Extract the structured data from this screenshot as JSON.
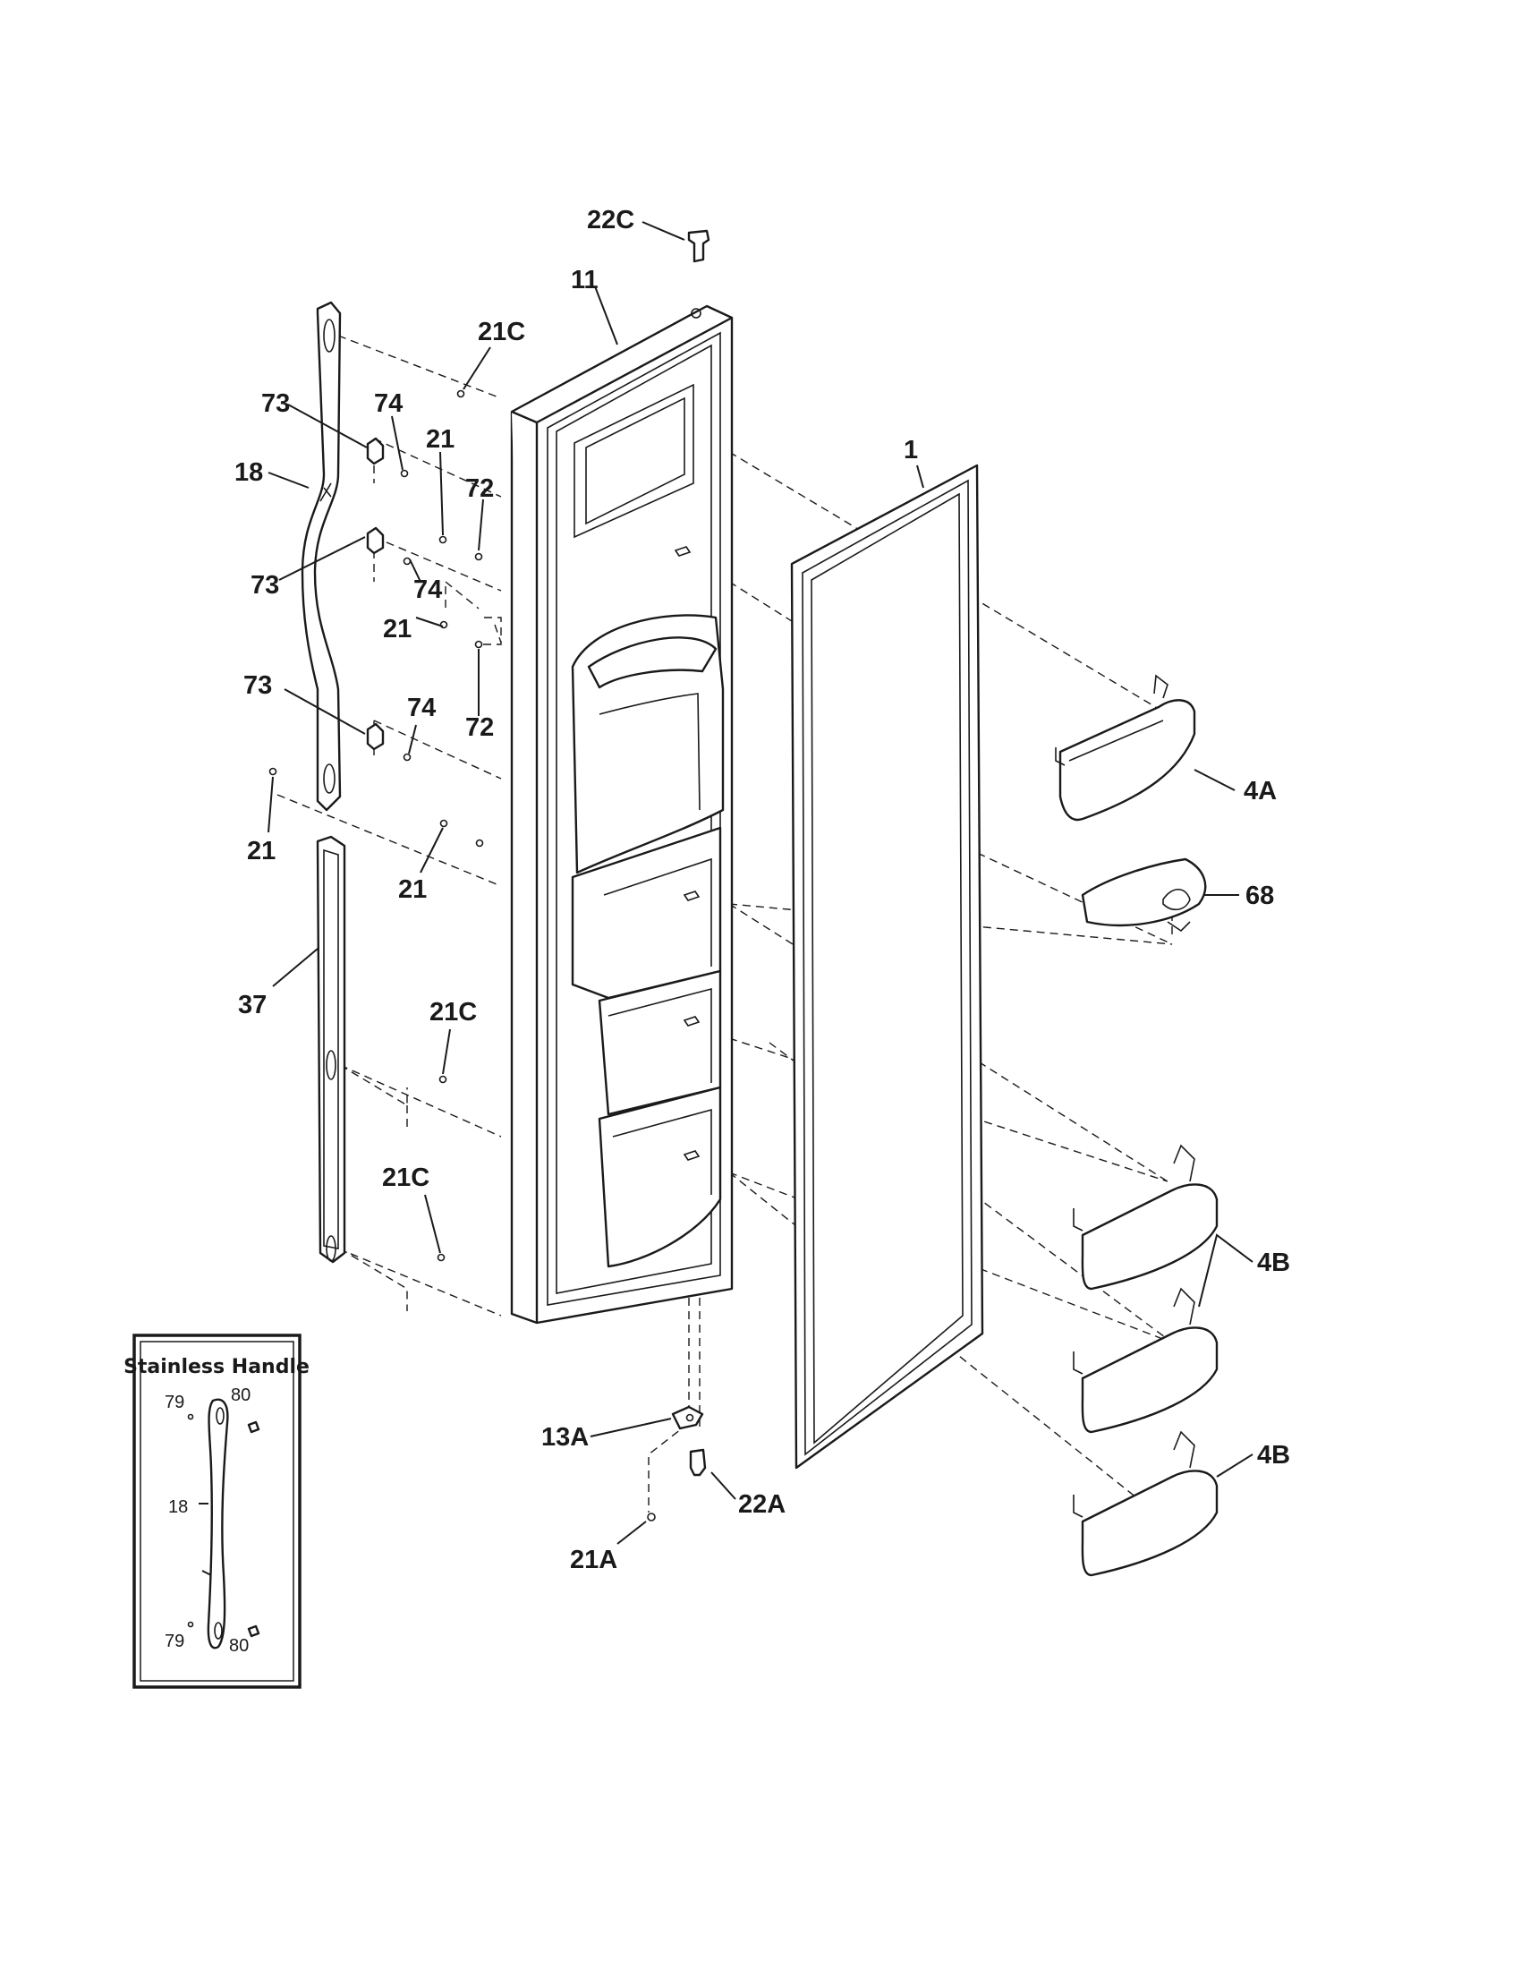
{
  "callouts": {
    "c22C_top": "22C",
    "c11": "11",
    "c21C_top": "21C",
    "c73_a": "73",
    "c74_a": "74",
    "c21_a": "21",
    "c72_a": "72",
    "c18": "18",
    "c73_b": "73",
    "c74_b": "74",
    "c21_b": "21",
    "c73_c": "73",
    "c74_c": "74",
    "c72_b": "72",
    "c21_c": "21",
    "c21_d": "21",
    "c37": "37",
    "c21C_mid": "21C",
    "c21C_low": "21C",
    "c1": "1",
    "c4A": "4A",
    "c68": "68",
    "c4B_a": "4B",
    "c4B_b": "4B",
    "c13A": "13A",
    "c22A": "22A",
    "c21A": "21A"
  },
  "inset": {
    "title": "Stainless Handle",
    "label_79_top": "79",
    "label_80_top": "80",
    "label_18": "18",
    "label_79_bottom": "79",
    "label_80_bottom": "80"
  }
}
